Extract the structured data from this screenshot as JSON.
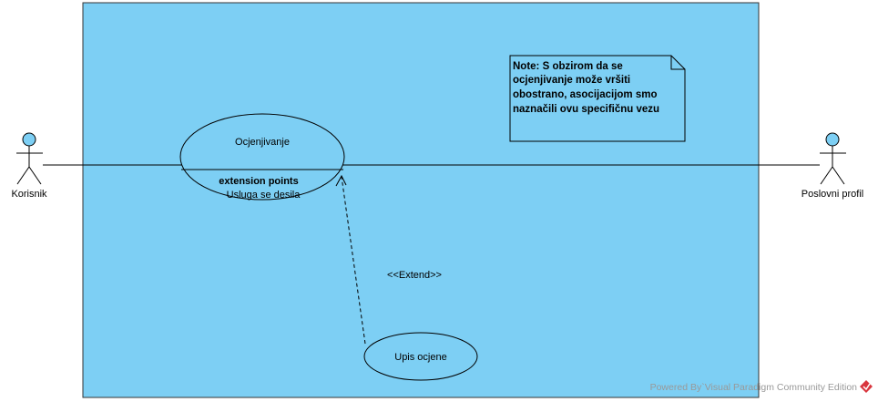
{
  "colors": {
    "system_fill": "#7dcff4",
    "system_stroke": "#333333",
    "actor_head": "#7dcff4",
    "line": "#000000",
    "watermark": "#999999",
    "logo": "#d9363e"
  },
  "actors": {
    "left": {
      "name": "Korisnik"
    },
    "right": {
      "name": "Poslovni profil"
    }
  },
  "use_cases": {
    "main": {
      "name": "Ocjenjivanje",
      "section_title": "extension points",
      "extension_point": "Usluga se desila"
    },
    "extension": {
      "name": "Upis ocjene"
    }
  },
  "relations": {
    "extend_label": "<<Extend>>"
  },
  "note": {
    "lines": [
      "Note: S obzirom da se",
      "ocjenjivanje može vršiti",
      "obostrano, asocijacijom smo",
      "naznačili ovu specifičnu vezu"
    ]
  },
  "watermark": {
    "text": "Powered By`Visual Paradigm Community Edition",
    "logo_icon": "visual-paradigm-logo-icon"
  }
}
